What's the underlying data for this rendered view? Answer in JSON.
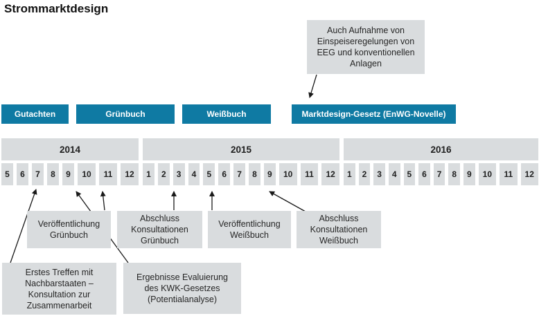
{
  "title": "Strommarktdesign",
  "colors": {
    "accent_teal": "#0f7aa3",
    "box_gray": "#d9dcde",
    "text": "#1a1a1a"
  },
  "top_annotation": {
    "text": "Auch Aufnahme von\nEinspeiseregelungen von\nEEG und konventionellen\nAnlagen",
    "points_to": "Marktdesign-Gesetz (EnWG-Novelle)"
  },
  "phases": [
    {
      "label": "Gutachten"
    },
    {
      "label": "Grünbuch"
    },
    {
      "label": "Weißbuch"
    },
    {
      "label": "Marktdesign-Gesetz (EnWG-Novelle)"
    }
  ],
  "timeline": {
    "years": [
      {
        "label": "2014",
        "months": [
          "5",
          "6",
          "7",
          "8",
          "9",
          "10",
          "11",
          "12"
        ]
      },
      {
        "label": "2015",
        "months": [
          "1",
          "2",
          "3",
          "4",
          "5",
          "6",
          "7",
          "8",
          "9",
          "10",
          "11",
          "12"
        ]
      },
      {
        "label": "2016",
        "months": [
          "1",
          "2",
          "3",
          "4",
          "5",
          "6",
          "7",
          "8",
          "9",
          "10",
          "11",
          "12"
        ]
      }
    ]
  },
  "callouts": [
    {
      "text": "Veröffentlichung\nGrünbuch",
      "points_to": "2014-11"
    },
    {
      "text": "Abschluss\nKonsultationen\nGrünbuch",
      "points_to": "2015-03"
    },
    {
      "text": "Veröffentlichung\nWeißbuch",
      "points_to": "2015-05"
    },
    {
      "text": "Abschluss\nKonsultationen\nWeißbuch",
      "points_to": "2015-09"
    },
    {
      "text": "Erstes Treffen mit\nNachbarstaaten –\nKonsultation zur\nZusammenarbeit",
      "points_to": "2014-07"
    },
    {
      "text": "Ergebnisse Evaluierung\ndes KWK-Gesetzes\n(Potentialanalyse)",
      "points_to": "2014-10"
    }
  ]
}
